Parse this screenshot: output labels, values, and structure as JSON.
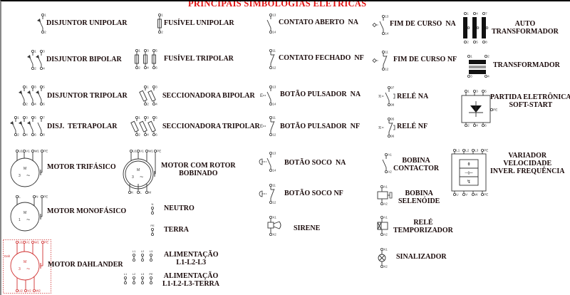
{
  "title": "PRINCIPAIS  SIMBOLOGIAS ELETRICAS",
  "colors": {
    "title": "#e01010",
    "text": "#1a0a0a",
    "symbol": "#333333",
    "dahlander": "#d03030"
  },
  "symbols": [
    {
      "label": [
        "DISJUNTOR UNIPOLAR"
      ],
      "icon": "circuit-breaker-1p",
      "terminals": {
        "top": [
          "1"
        ],
        "bottom": [
          "2"
        ]
      }
    },
    {
      "label": [
        "DISJUNTOR BIPOLAR"
      ],
      "icon": "circuit-breaker-2p",
      "terminals": {
        "top": [
          "1",
          "3"
        ],
        "bottom": [
          "2",
          "4"
        ]
      }
    },
    {
      "label": [
        "DISJUNTOR TRIPOLAR"
      ],
      "icon": "circuit-breaker-3p",
      "terminals": {
        "top": [
          "1",
          "3",
          "5"
        ],
        "bottom": [
          "2",
          "4",
          "6"
        ]
      }
    },
    {
      "label": [
        "DISJ.  TETRAPOLAR"
      ],
      "icon": "circuit-breaker-4p",
      "terminals": {
        "top": [
          "1",
          "3",
          "5",
          "7"
        ],
        "bottom": [
          "2",
          "4",
          "6",
          "8"
        ]
      }
    },
    {
      "label": [
        "MOTOR TRIFÁSICO"
      ],
      "icon": "motor-3ph",
      "terminals": {
        "top": [
          "U1",
          "V1",
          "W1",
          "PE"
        ],
        "bottom": []
      },
      "marks": [
        "M",
        "3",
        "~"
      ]
    },
    {
      "label": [
        "MOTOR MONOFÁSICO"
      ],
      "icon": "motor-1ph",
      "terminals": {
        "top": [
          "L",
          "N",
          "PE"
        ],
        "bottom": []
      },
      "marks": [
        "M",
        "1",
        "~"
      ]
    },
    {
      "label": [
        "MOTOR DAHLANDER"
      ],
      "icon": "motor-dahlander",
      "terminals": {
        "top": [
          "U1",
          "V1",
          "W1",
          "PE"
        ],
        "bottom": [
          "U2",
          "V2",
          "W2"
        ]
      },
      "marks": [
        "M",
        "3",
        "~"
      ],
      "tag": "Dah"
    },
    {
      "label": [
        "FUSÍVEL UNIPOLAR"
      ],
      "icon": "fuse-1p",
      "terminals": {
        "top": [
          "1"
        ],
        "bottom": [
          "2"
        ]
      }
    },
    {
      "label": [
        "FUSÍVEL TRIPOLAR"
      ],
      "icon": "fuse-3p",
      "terminals": {
        "top": [
          "1",
          "3",
          "5"
        ],
        "bottom": [
          "2",
          "4",
          "6"
        ]
      }
    },
    {
      "label": [
        "SECCIONADORA BIPOLAR"
      ],
      "icon": "disconnector-2p",
      "terminals": {
        "top": [
          "1",
          "3"
        ],
        "bottom": [
          "2",
          "4"
        ]
      }
    },
    {
      "label": [
        "SECCIONADORA TRIPOLAR"
      ],
      "icon": "disconnector-3p",
      "terminals": {
        "top": [
          "1",
          "3",
          "5"
        ],
        "bottom": [
          "2",
          "4",
          "6"
        ]
      }
    },
    {
      "label": [
        "MOTOR COM ROTOR",
        "BOBINADO"
      ],
      "icon": "motor-wound-rotor",
      "terminals": {
        "top": [
          "U1",
          "V1",
          "W1",
          "PE"
        ],
        "bottom": [
          "K",
          "L",
          "M"
        ]
      },
      "marks": [
        "M",
        "3",
        "~"
      ]
    },
    {
      "label": [
        "NEUTRO"
      ],
      "icon": "neutral-terminal",
      "terminals": {
        "top": [
          "N"
        ],
        "bottom": []
      }
    },
    {
      "label": [
        "TERRA"
      ],
      "icon": "earth-terminal",
      "terminals": {
        "top": [
          "PE"
        ],
        "bottom": []
      }
    },
    {
      "label": [
        "ALIMENTAÇÃO",
        "L1-L2-L3"
      ],
      "icon": "supply-3ph",
      "terminals": {
        "top": [
          "L1",
          "L2",
          "L3"
        ],
        "bottom": []
      }
    },
    {
      "label": [
        "ALIMENTAÇÃO",
        "L1-L2-L3-TERRA"
      ],
      "icon": "supply-3ph-earth",
      "terminals": {
        "top": [
          "L1",
          "L2",
          "L3",
          "PE"
        ],
        "bottom": []
      }
    },
    {
      "label": [
        "CONTATO ABERTO  NA"
      ],
      "icon": "contact-no",
      "terminals": {
        "top": [
          "13"
        ],
        "bottom": [
          "14"
        ]
      }
    },
    {
      "label": [
        "CONTATO FECHADO  NF"
      ],
      "icon": "contact-nc",
      "terminals": {
        "top": [
          "11"
        ],
        "bottom": [
          "12"
        ]
      }
    },
    {
      "label": [
        "BOTÃO PULSADOR  NA"
      ],
      "icon": "pushbutton-no",
      "terminals": {
        "top": [
          "13"
        ],
        "bottom": [
          "14"
        ]
      }
    },
    {
      "label": [
        "BOTÃO PULSADOR  NF"
      ],
      "icon": "pushbutton-nc",
      "terminals": {
        "top": [
          "11"
        ],
        "bottom": [
          "12"
        ]
      }
    },
    {
      "label": [
        "BOTÃO SOCO  NA"
      ],
      "icon": "mushroom-button-no",
      "terminals": {
        "top": [
          "13"
        ],
        "bottom": [
          "14"
        ]
      }
    },
    {
      "label": [
        "BOTÃO SOCO NF"
      ],
      "icon": "mushroom-button-nc",
      "terminals": {
        "top": [
          "11"
        ],
        "bottom": [
          "12"
        ]
      }
    },
    {
      "label": [
        "SIRENE"
      ],
      "icon": "siren",
      "terminals": {
        "top": [
          "X1"
        ],
        "bottom": [
          "X2"
        ]
      }
    },
    {
      "label": [
        "FIM DE CURSO  NA"
      ],
      "icon": "limit-switch-no",
      "terminals": {
        "top": [
          "13"
        ],
        "bottom": [
          "14"
        ]
      }
    },
    {
      "label": [
        "FIM DE CURSO NF"
      ],
      "icon": "limit-switch-nc",
      "terminals": {
        "top": [
          "11"
        ],
        "bottom": [
          "12"
        ]
      }
    },
    {
      "label": [
        "RELÉ NA"
      ],
      "icon": "relay-no",
      "terminals": {
        "top": [
          "97"
        ],
        "bottom": [
          "98"
        ]
      }
    },
    {
      "label": [
        "RELÉ NF"
      ],
      "icon": "relay-nc",
      "terminals": {
        "top": [
          "95"
        ],
        "bottom": [
          "96"
        ]
      }
    },
    {
      "label": [
        "BOBINA",
        "CONTACTOR"
      ],
      "icon": "contactor-coil",
      "terminals": {
        "top": [
          "A1"
        ],
        "bottom": [
          "A2"
        ]
      }
    },
    {
      "label": [
        "BOBINA",
        "SELENÓIDE"
      ],
      "icon": "solenoid-coil",
      "terminals": {
        "top": [
          "A1"
        ],
        "bottom": [
          "A2"
        ]
      }
    },
    {
      "label": [
        "RELÉ",
        "TEMPORIZADOR"
      ],
      "icon": "timer-relay",
      "terminals": {
        "top": [
          "A1"
        ],
        "bottom": [
          "A2"
        ]
      }
    },
    {
      "label": [
        "SINALIZADOR"
      ],
      "icon": "signal-lamp",
      "terminals": {
        "top": [
          "X1"
        ],
        "bottom": [
          "X2"
        ]
      }
    },
    {
      "label": [
        "AUTO",
        "TRANSFORMADOR"
      ],
      "icon": "autotransformer",
      "terminals": {
        "top": [
          "1",
          "4",
          "7"
        ],
        "bottom": [
          "2",
          "5",
          "8"
        ]
      }
    },
    {
      "label": [
        "TRANSFORMADOR"
      ],
      "icon": "transformer",
      "terminals": {
        "top": [
          "1",
          "2"
        ],
        "bottom": [
          "3",
          "4"
        ]
      }
    },
    {
      "label": [
        "PARTIDA ELETRÔNICA",
        "SOFT-START"
      ],
      "icon": "soft-starter",
      "terminals": {
        "top": [
          "1",
          "3",
          "5"
        ],
        "bottom": [
          "2",
          "4",
          "6"
        ],
        "side": [
          "PE"
        ]
      }
    },
    {
      "label": [
        "VARIADOR",
        "VELOCIDADE",
        "INVER. FREQUÊNCIA"
      ],
      "icon": "frequency-inverter",
      "terminals": {
        "top": [
          "L1",
          "L2",
          "L3",
          "PE"
        ],
        "bottom": [
          "U",
          "V",
          "W",
          "PE"
        ]
      }
    }
  ]
}
